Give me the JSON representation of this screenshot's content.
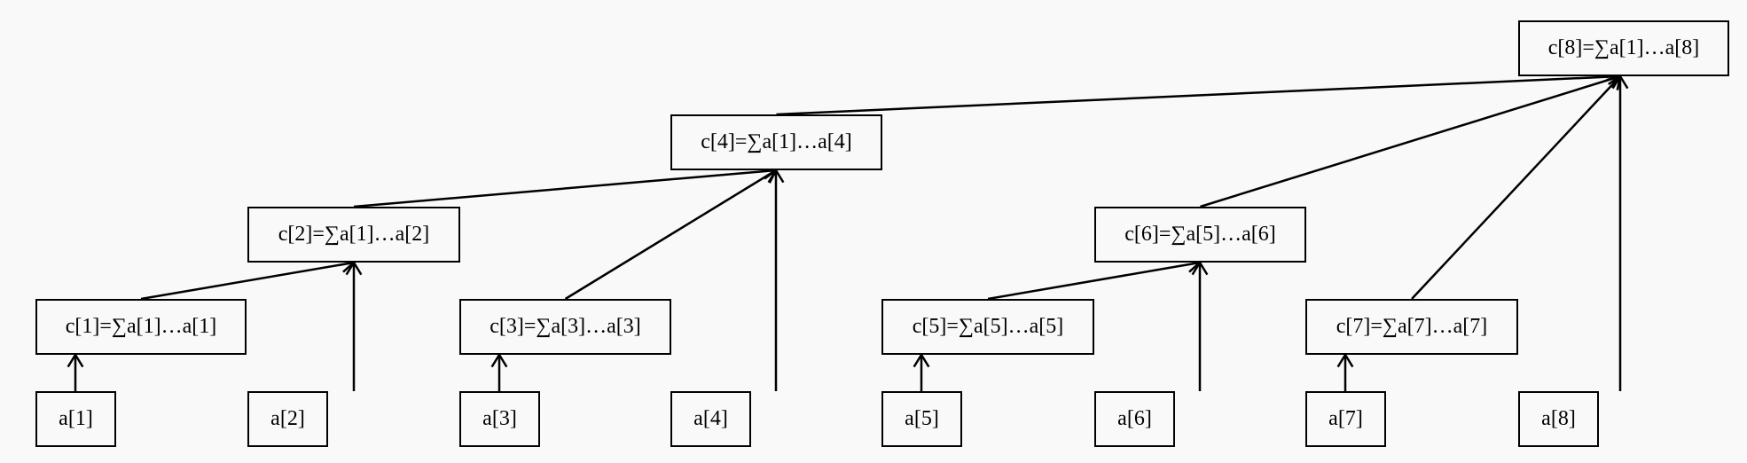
{
  "diagram": {
    "leaves": [
      {
        "id": "a1",
        "label": "a[1]"
      },
      {
        "id": "a2",
        "label": "a[2]"
      },
      {
        "id": "a3",
        "label": "a[3]"
      },
      {
        "id": "a4",
        "label": "a[4]"
      },
      {
        "id": "a5",
        "label": "a[5]"
      },
      {
        "id": "a6",
        "label": "a[6]"
      },
      {
        "id": "a7",
        "label": "a[7]"
      },
      {
        "id": "a8",
        "label": "a[8]"
      }
    ],
    "sums": [
      {
        "id": "c1",
        "label": "c[1]=∑a[1]…a[1]"
      },
      {
        "id": "c2",
        "label": "c[2]=∑a[1]…a[2]"
      },
      {
        "id": "c3",
        "label": "c[3]=∑a[3]…a[3]"
      },
      {
        "id": "c4",
        "label": "c[4]=∑a[1]…a[4]"
      },
      {
        "id": "c5",
        "label": "c[5]=∑a[5]…a[5]"
      },
      {
        "id": "c6",
        "label": "c[6]=∑a[5]…a[6]"
      },
      {
        "id": "c7",
        "label": "c[7]=∑a[7]…a[7]"
      },
      {
        "id": "c8",
        "label": "c[8]=∑a[1]…a[8]"
      }
    ],
    "edges": [
      [
        "a1",
        "c1"
      ],
      [
        "a2",
        "c2"
      ],
      [
        "c1",
        "c2"
      ],
      [
        "a3",
        "c3"
      ],
      [
        "a4",
        "c4"
      ],
      [
        "c2",
        "c4"
      ],
      [
        "c3",
        "c4"
      ],
      [
        "a5",
        "c5"
      ],
      [
        "a6",
        "c6"
      ],
      [
        "c5",
        "c6"
      ],
      [
        "a7",
        "c7"
      ],
      [
        "a8",
        "c8"
      ],
      [
        "c4",
        "c8"
      ],
      [
        "c6",
        "c8"
      ],
      [
        "c7",
        "c8"
      ]
    ]
  }
}
